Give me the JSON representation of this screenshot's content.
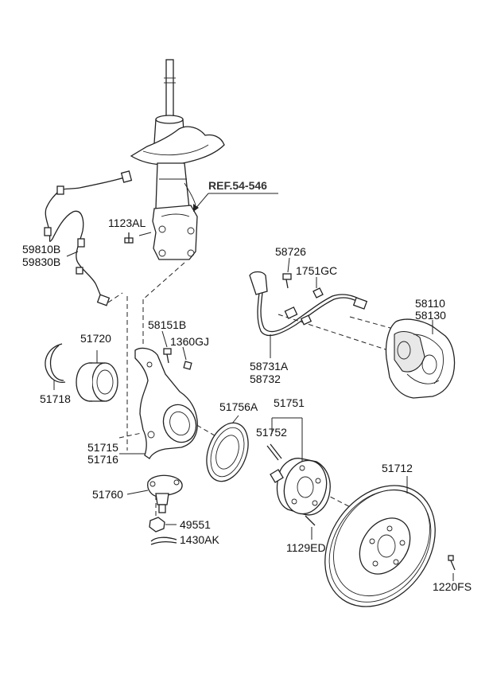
{
  "reference": {
    "label": "REF.54-546"
  },
  "parts": {
    "p1123AL": "1123AL",
    "p59810B": "59810B",
    "p59830B": "59830B",
    "p58726": "58726",
    "p1751GC": "1751GC",
    "p58110": "58110",
    "p58130": "58130",
    "p58151B": "58151B",
    "p1360GJ": "1360GJ",
    "p51720": "51720",
    "p58731A": "58731A",
    "p58732": "58732",
    "p51718": "51718",
    "p51756A": "51756A",
    "p51751": "51751",
    "p51752": "51752",
    "p51715": "51715",
    "p51716": "51716",
    "p51712": "51712",
    "p51760": "51760",
    "p49551": "49551",
    "p1430AK": "1430AK",
    "p1129ED": "1129ED",
    "p1220FS": "1220FS"
  }
}
